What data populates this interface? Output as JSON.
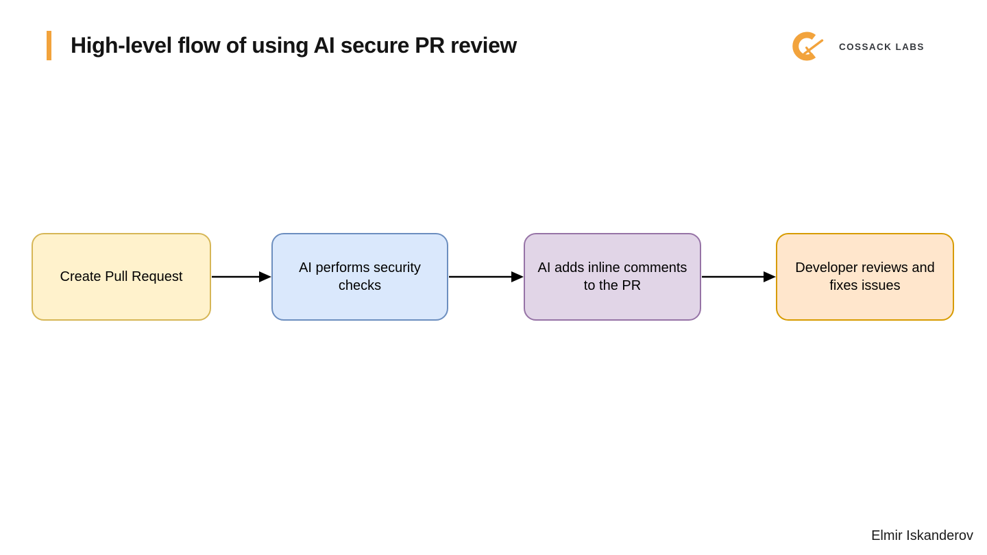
{
  "slide": {
    "title": "High-level flow of using AI secure PR review",
    "author": "Elmir Iskanderov",
    "background_color": "#FFFFFF",
    "accent_color": "#F2A33C",
    "title_color": "#141414"
  },
  "logo": {
    "text": "COSSACK LABS",
    "icon": "cossack-labs-c-sword-icon",
    "icon_color": "#F2A33C",
    "text_color": "#36393E"
  },
  "flow": {
    "type": "flowchart",
    "direction": "left-to-right",
    "connector_color": "#000000",
    "steps": [
      {
        "label": "Create Pull Request",
        "fill": "#FFF2CC",
        "border": "#D6B656"
      },
      {
        "label": "AI performs security checks",
        "fill": "#DAE8FC",
        "border": "#6C8EBF"
      },
      {
        "label": "AI adds inline comments to the PR",
        "fill": "#E1D5E7",
        "border": "#9673A6"
      },
      {
        "label": "Developer reviews and fixes issues",
        "fill": "#FFE6CC",
        "border": "#D79B00"
      }
    ]
  }
}
